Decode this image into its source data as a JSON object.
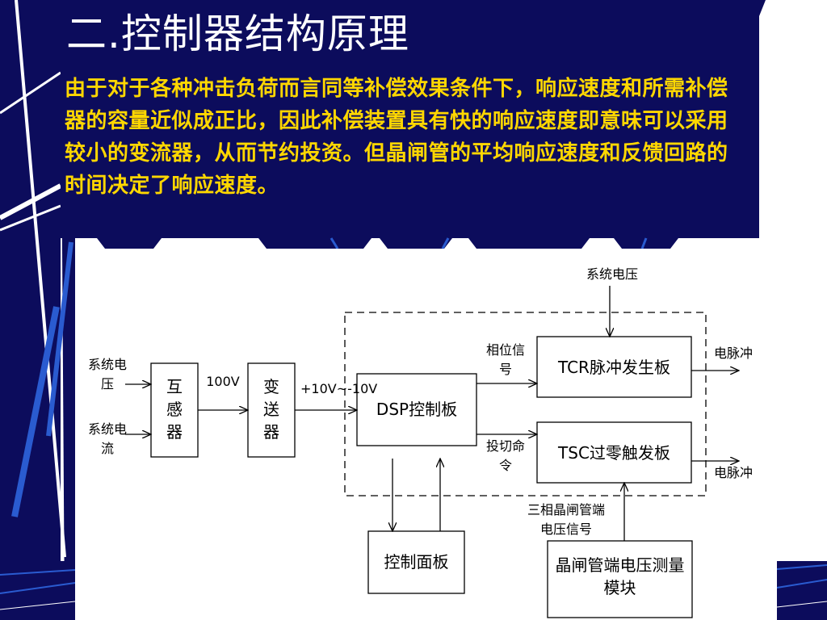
{
  "slide": {
    "title": "二.控制器结构原理",
    "paragraph": "由于对于各种冲击负荷而言同等补偿效果条件下，响应速度和所需补偿器的容量近似成正比，因此补偿装置具有快的响应速度即意味可以采用较小的变流器，从而节约投资。但晶闸管的平均响应速度和反馈回路的时间决定了响应速度。"
  },
  "diagram": {
    "system_voltage_top": "系统电压",
    "sys_voltage_left": "系统电压",
    "sys_current_left": "系统电流",
    "transformer": "互感器",
    "v100": "100V",
    "transmitter": "变送器",
    "v_range": "+10V~-10V",
    "dsp": "DSP控制板",
    "phase_signal": "相位信号",
    "switch_cmd": "投切命令",
    "tcr": "TCR脉冲发生板",
    "tsc": "TSC过零触发板",
    "pulse_out_1": "电脉冲",
    "pulse_out_2": "电脉冲",
    "panel": "控制面板",
    "thyristor_signal": "三相晶闸管端电压信号",
    "measure": "晶闸管端电压测量模块"
  },
  "colors": {
    "navy": "#0c0c5c",
    "title_text": "#ffffff",
    "body_text": "#ffd700"
  }
}
